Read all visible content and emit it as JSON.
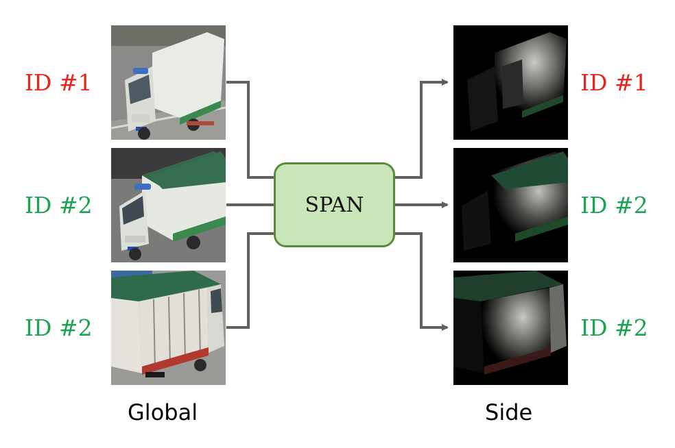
{
  "colors": {
    "id1": "#e8241f",
    "id2": "#1aa352",
    "arrow": "#606060",
    "span_fill": "#c8e6b8",
    "span_border": "#5a8a3c"
  },
  "inputs": [
    {
      "label": "ID #1",
      "color": "#e8241f",
      "image": "white box truck, front-left view"
    },
    {
      "label": "ID #2",
      "color": "#1aa352",
      "image": "truck with green tarp, front-left view"
    },
    {
      "label": "ID #2",
      "color": "#1aa352",
      "image": "truck with green tarp, rear view"
    }
  ],
  "outputs": [
    {
      "label": "ID #1",
      "color": "#e8241f",
      "image": "masked side region of truck"
    },
    {
      "label": "ID #2",
      "color": "#1aa352",
      "image": "masked side region of truck"
    },
    {
      "label": "ID #2",
      "color": "#1aa352",
      "image": "masked side region of truck"
    }
  ],
  "model": {
    "label": "SPAN"
  },
  "captions": {
    "left": "Global",
    "right": "Side"
  }
}
